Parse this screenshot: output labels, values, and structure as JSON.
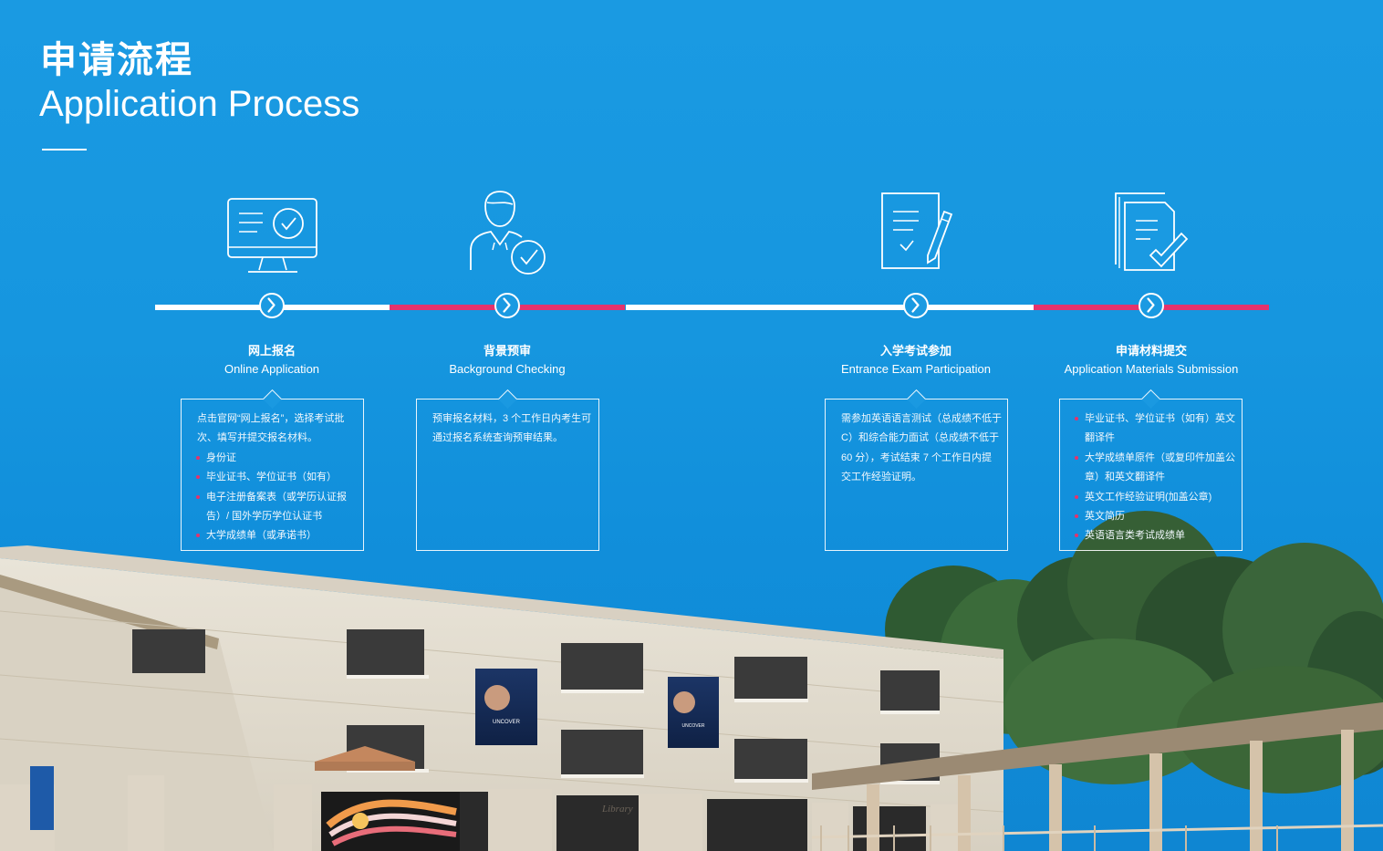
{
  "header": {
    "title_cn": "申请流程",
    "title_en": "Application Process"
  },
  "colors": {
    "background": "#1a9ae2",
    "accent_pink": "#e4336c",
    "line_white": "#ffffff"
  },
  "steps": [
    {
      "icon": "monitor-check-icon",
      "title_cn": "网上报名",
      "title_en": "Online Application",
      "intro": "点击官网“网上报名”，选择考试批次、填写并提交报名材料。",
      "items": [
        "身份证",
        "毕业证书、学位证书（如有）",
        "电子注册备案表（或学历认证报告）/ 国外学历学位认证书",
        "大学成绩单（或承诺书）"
      ]
    },
    {
      "icon": "person-check-icon",
      "title_cn": "背景预审",
      "title_en": "Background Checking",
      "intro": "预审报名材料，3 个工作日内考生可通过报名系统查询预审结果。",
      "items": []
    },
    {
      "icon": "document-pen-icon",
      "title_cn": "入学考试参加",
      "title_en": "Entrance Exam Participation",
      "intro": "需参加英语语言测试（总成绩不低于 C）和综合能力面试（总成绩不低于 60 分），考试结束 7 个工作日内提交工作经验证明。",
      "items": []
    },
    {
      "icon": "documents-check-icon",
      "title_cn": "申请材料提交",
      "title_en": "Application Materials Submission",
      "intro": "",
      "items": [
        "毕业证书、学位证书（如有）英文翻译件",
        "大学成绩单原件（或复印件加盖公章）和英文翻译件",
        "英文工作经验证明(加盖公章)",
        "英文简历",
        "英语语言类考试成绩单"
      ]
    }
  ],
  "photo": {
    "banner_text": "UNCOVER",
    "mural_text": "Library"
  }
}
